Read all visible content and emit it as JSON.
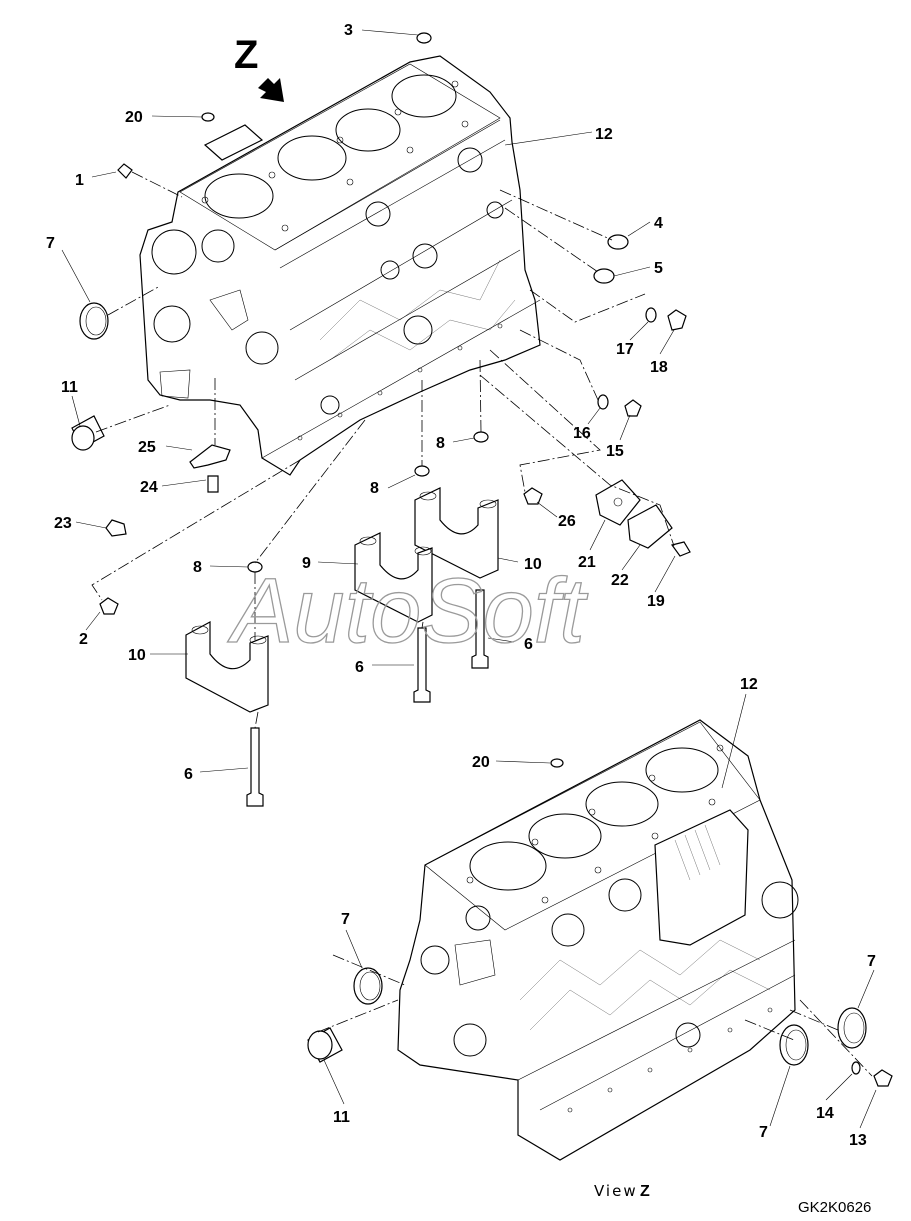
{
  "view_direction_marker": "Z",
  "view_label": {
    "prefix": "View",
    "letter": "Z"
  },
  "figure_code": "GK2K0626",
  "watermark": "AutoSoft",
  "callouts_upper": [
    "3",
    "20",
    "1",
    "7",
    "12",
    "4",
    "5",
    "17",
    "18",
    "11",
    "25",
    "24",
    "16",
    "15",
    "8",
    "8",
    "26",
    "23",
    "21",
    "22",
    "8",
    "9",
    "10",
    "19",
    "2",
    "10",
    "6",
    "6",
    "6"
  ],
  "callouts_lower": [
    "12",
    "20",
    "7",
    "7",
    "11",
    "7",
    "14",
    "13"
  ]
}
